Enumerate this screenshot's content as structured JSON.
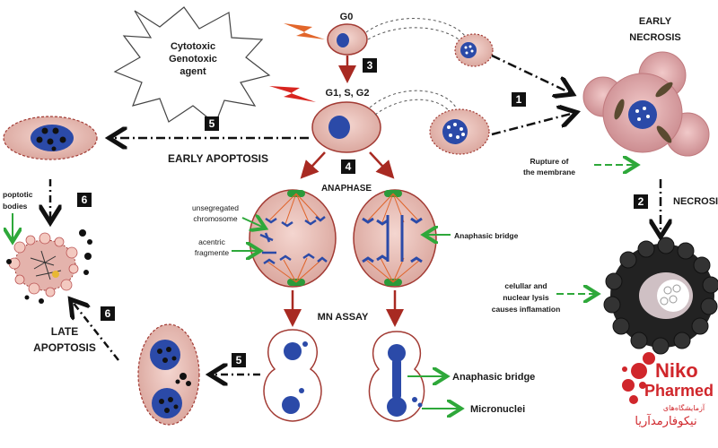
{
  "agent": {
    "line1": "Cytotoxic",
    "line2": "Genotoxic",
    "line3": "agent"
  },
  "phases": {
    "g0": "G0",
    "g1sg2": "G1, S, G2",
    "anaphase": "ANAPHASE",
    "mn_assay": "MN ASSAY"
  },
  "steps": {
    "s1": "1",
    "s2": "2",
    "s3": "3",
    "s4": "4",
    "s5a": "5",
    "s5b": "5",
    "s6a": "6",
    "s6b": "6"
  },
  "labels": {
    "early_necrosis_1": "EARLY",
    "early_necrosis_2": "NECROSIS",
    "necrosis": "NECROSI",
    "rupture_1": "Rupture of",
    "rupture_2": "the membrane",
    "lysis_1": "celullar and",
    "lysis_2": "nuclear lysis",
    "lysis_3": "causes inflamation",
    "early_apoptosis": "EARLY APOPTOSIS",
    "late_apoptosis_1": "LATE",
    "late_apoptosis_2": "APOPTOSIS",
    "apoptotic_bodies_1": "poptotic",
    "apoptotic_bodies_2": "bodies",
    "unsegregated_1": "unsegregated",
    "unsegregated_2": "chromosome",
    "acentric_1": "acentric",
    "acentric_2": "fragmente",
    "anaphasic_bridge_small": "Anaphasic bridge",
    "anaphasic_bridge_big": "Anaphasic bridge",
    "micronuclei": "Micronuclei"
  },
  "logo": {
    "brand_1": "Niko",
    "brand_2": "Pharmed",
    "sub_1": "آزمایشگاه‌های",
    "sub_2": "نیکوفارمدآریا"
  },
  "colors": {
    "cell_fill": "#ebc2bb",
    "cell_stroke": "#a23a33",
    "nucleus": "#2b4aa8",
    "arrow_red": "#a82a22",
    "arrow_green": "#2ea83a",
    "logo_red": "#d0262b"
  }
}
